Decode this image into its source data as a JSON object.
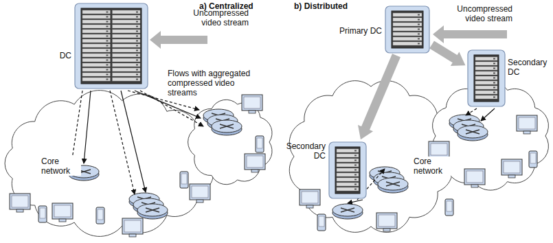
{
  "diagram": {
    "nodes": [
      {
        "text": [
          "DC"
        ]
      },
      {
        "text": [
          "Primary DC"
        ]
      },
      {
        "text": [
          "Secondary DC"
        ]
      },
      {
        "text": [
          "Secondary DC"
        ]
      }
    ],
    "edges": [
      {
        "from": 1,
        "to": 2,
        "arrow": "to"
      },
      {
        "from": 1,
        "to": 3,
        "arrow": "to"
      }
    ],
    "labels": [
      "a) Centralized",
      "Uncompressed video stream",
      "Flows with aggregated compressed video streams",
      "Core network",
      "b) Distributed",
      "Uncompressed video stream",
      "Core network"
    ]
  }
}
